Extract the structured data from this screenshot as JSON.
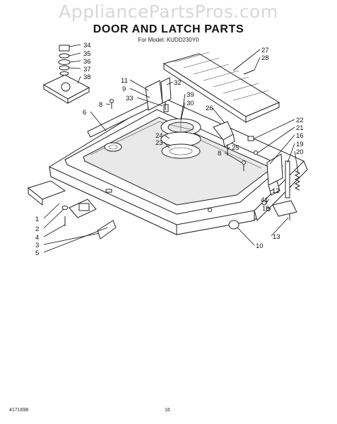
{
  "watermark": "AppliancePartsPros.com",
  "title": "DOOR AND LATCH PARTS",
  "model_line": "For Model: KUDD230Y0",
  "footer": {
    "doc_number": "4171698",
    "page": "16"
  },
  "callouts": [
    "34",
    "35",
    "36",
    "37",
    "38",
    "11",
    "9",
    "32",
    "33",
    "39",
    "30",
    "8",
    "6",
    "27",
    "28",
    "26",
    "24",
    "23",
    "25",
    "8",
    "22",
    "21",
    "16",
    "19",
    "20",
    "1",
    "2",
    "4",
    "3",
    "5",
    "12",
    "41",
    "15",
    "13",
    "10"
  ]
}
